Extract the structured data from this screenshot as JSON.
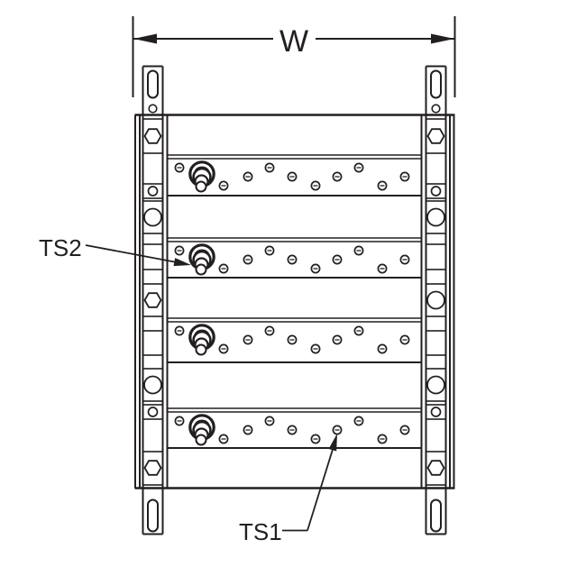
{
  "diagram": {
    "type": "technical-drawing",
    "dimension_label": "W",
    "callouts": {
      "ts2": "TS2",
      "ts1": "TS1"
    }
  },
  "colors": {
    "line": "#231f20",
    "background": "#ffffff"
  }
}
